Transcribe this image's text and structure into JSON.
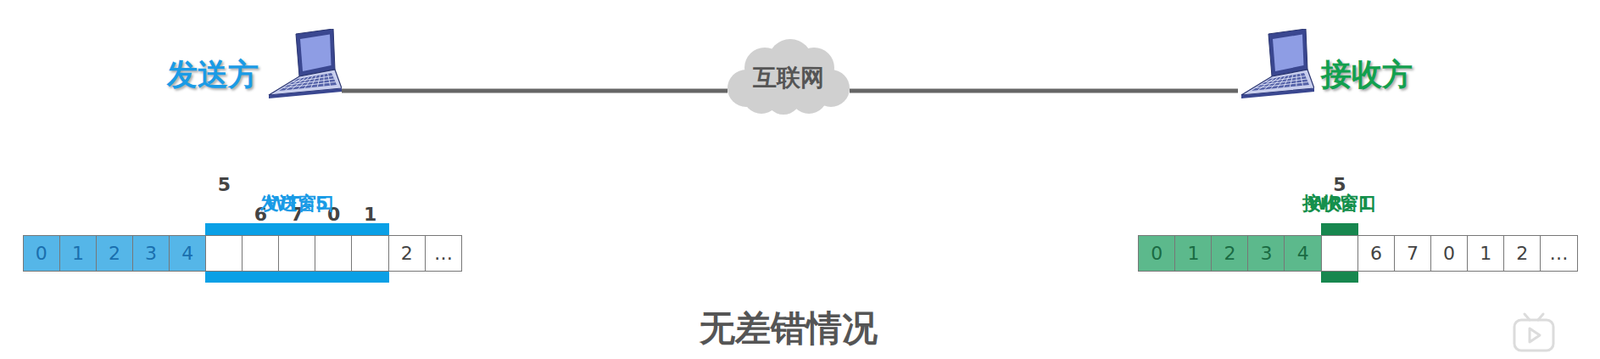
{
  "diagram": {
    "caption": "无差错情况",
    "nodes": [
      {
        "text": [
          "发送方"
        ]
      },
      {
        "text": [
          "互联网"
        ]
      },
      {
        "text": [
          "接收方"
        ]
      },
      {
        "text": [
          "发送窗口",
          "WT=5"
        ]
      },
      {
        "text": [
          "0"
        ]
      },
      {
        "text": [
          "1"
        ]
      },
      {
        "text": [
          "2"
        ]
      },
      {
        "text": [
          "3"
        ]
      },
      {
        "text": [
          "4"
        ]
      },
      {
        "text": [
          "5"
        ],
        "in": 3
      },
      {
        "text": [
          "6"
        ],
        "in": 3
      },
      {
        "text": [
          "7"
        ],
        "in": 3
      },
      {
        "text": [
          "0"
        ],
        "in": 3
      },
      {
        "text": [
          "1"
        ],
        "in": 3
      },
      {
        "text": [
          "2"
        ]
      },
      {
        "text": [
          "…"
        ]
      },
      {
        "text": [
          "接收窗口",
          "WR=1"
        ]
      },
      {
        "text": [
          "0"
        ]
      },
      {
        "text": [
          "1"
        ]
      },
      {
        "text": [
          "2"
        ]
      },
      {
        "text": [
          "3"
        ]
      },
      {
        "text": [
          "4"
        ]
      },
      {
        "text": [
          "5"
        ],
        "in": 16
      },
      {
        "text": [
          "6"
        ]
      },
      {
        "text": [
          "7"
        ]
      },
      {
        "text": [
          "0"
        ]
      },
      {
        "text": [
          "1"
        ]
      },
      {
        "text": [
          "2"
        ]
      },
      {
        "text": [
          "…"
        ]
      }
    ],
    "edges": [
      {
        "from": 0,
        "to": 1,
        "arrow": "none"
      },
      {
        "from": 1,
        "to": 2,
        "arrow": "none"
      }
    ]
  }
}
